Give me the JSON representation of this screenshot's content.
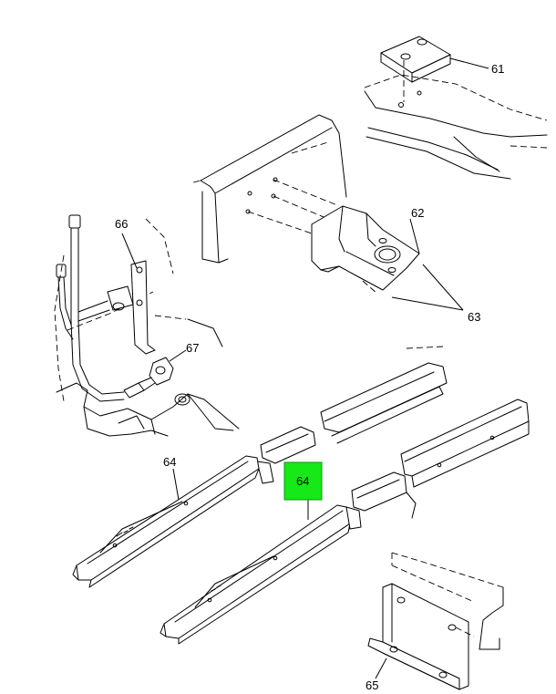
{
  "diagram": {
    "callouts": {
      "c61": "61",
      "c62": "62",
      "c63": "63",
      "c64a": "64",
      "c64b": "64",
      "c65": "65",
      "c66": "66",
      "c67": "67"
    },
    "highlight": {
      "part": "64",
      "color": "#17e817"
    }
  }
}
